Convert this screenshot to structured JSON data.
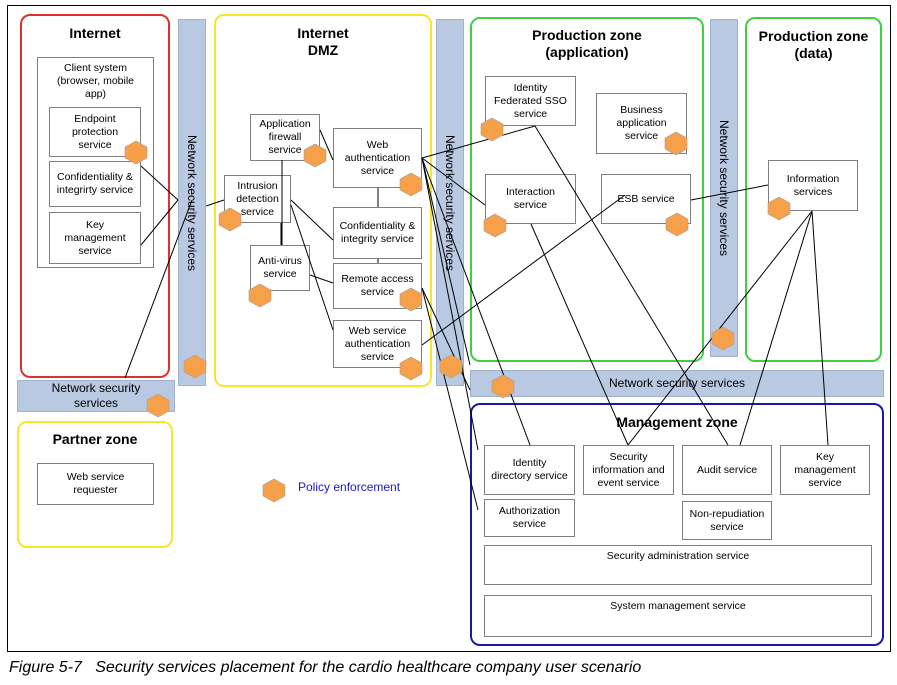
{
  "zones": {
    "internet": "Internet",
    "dmz": "Internet\nDMZ",
    "prod_app": "Production zone\n(application)",
    "prod_data": "Production zone\n(data)",
    "partner": "Partner zone",
    "management": "Management zone"
  },
  "bands": {
    "network_security": "Network security services",
    "network_security_left": "Network security\nservices"
  },
  "services": {
    "client_system": "Client system\n(browser, mobile\napp)",
    "endpoint_protection": "Endpoint\nprotection\nservice",
    "confidentiality_client": "Confidentiality &\nintegrirty service",
    "key_mgmt_client": "Key\nmanagement\nservice",
    "app_firewall": "Application\nfirewall\nservice",
    "intrusion_detection": "Intrusion\ndetection\nservice",
    "anti_virus": "Anti-virus\nservice",
    "web_auth": "Web\nauthentication\nservice",
    "confidentiality_dmz": "Confidentiality &\nintegrity service",
    "remote_access": "Remote access\nservice",
    "ws_auth": "Web service\nauthentication\nservice",
    "identity_sso": "Identity\nFederated SSO\nservice",
    "business_app": "Business\napplication\nservice",
    "interaction": "Interaction\nservice",
    "esb": "ESB service",
    "information": "Information\nservices",
    "ws_requester": "Web service\nrequester",
    "identity_directory": "Identity\ndirectory service",
    "siem": "Security\ninformation and\nevent service",
    "audit": "Audit service",
    "key_mgmt_mgmt": "Key\nmanagement\nservice",
    "authorization": "Authorization\nservice",
    "non_repudiation": "Non-repudiation\nservice",
    "security_admin": "Security administration service",
    "system_mgmt": "System management service"
  },
  "legend": {
    "policy_enforcement": "Policy enforcement"
  },
  "caption": "Figure 5-7   Security services placement for the cardio healthcare company user scenario",
  "colors": {
    "internet_border": "#e03030",
    "dmz_border": "#f5e62a",
    "prod_border": "#3fd03f",
    "partner_border": "#f5e62a",
    "mgmt_border": "#1a1aa8",
    "band_fill": "#b9c9e2",
    "policy_hexagon": "#f7a04a",
    "legend_text": "#1a1acd"
  },
  "icons": {
    "policy_marker": "orange-hexagon"
  }
}
